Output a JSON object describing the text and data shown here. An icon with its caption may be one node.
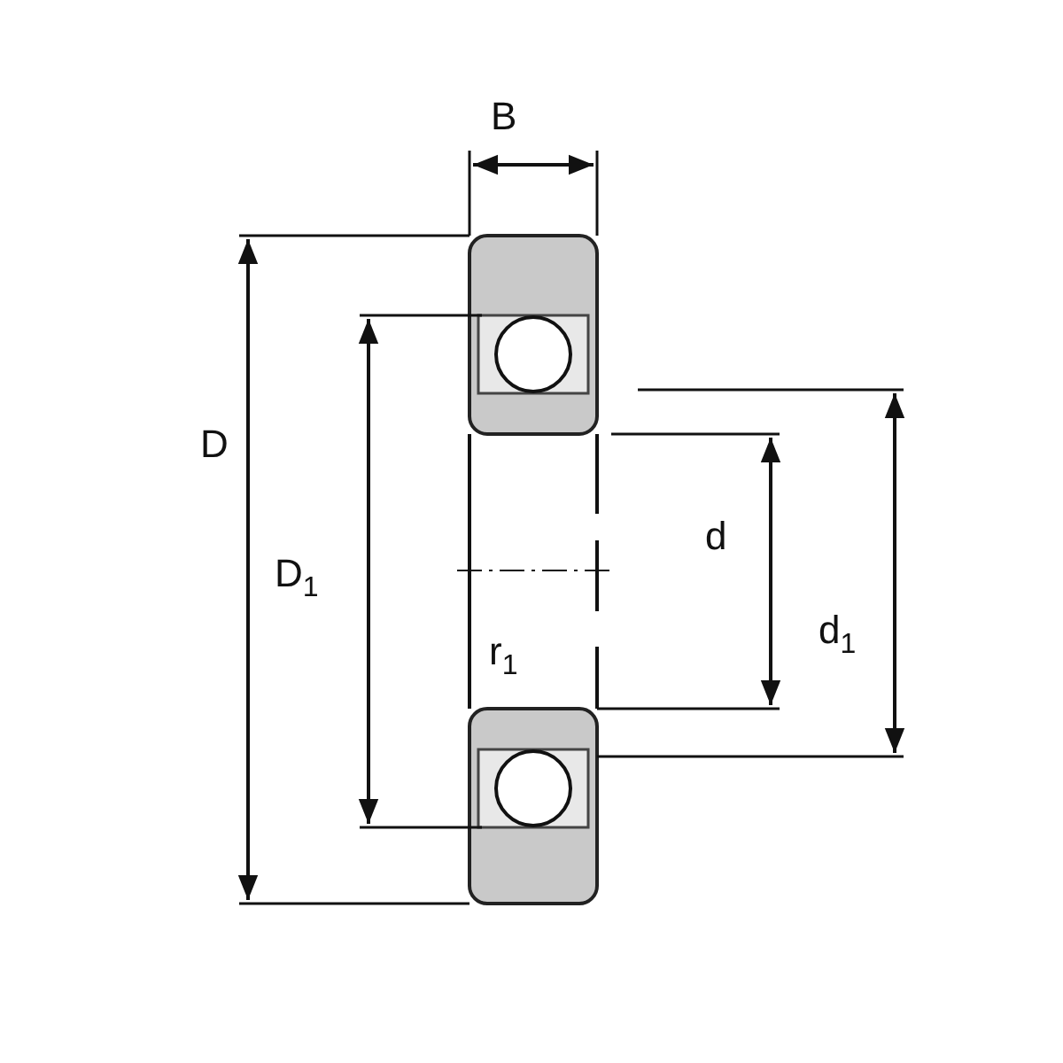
{
  "diagram": {
    "labels": [
      "B",
      "D",
      "d",
      "D$_{1}$",
      "d$_{1}$",
      "r$_{1}$"
    ]
  }
}
